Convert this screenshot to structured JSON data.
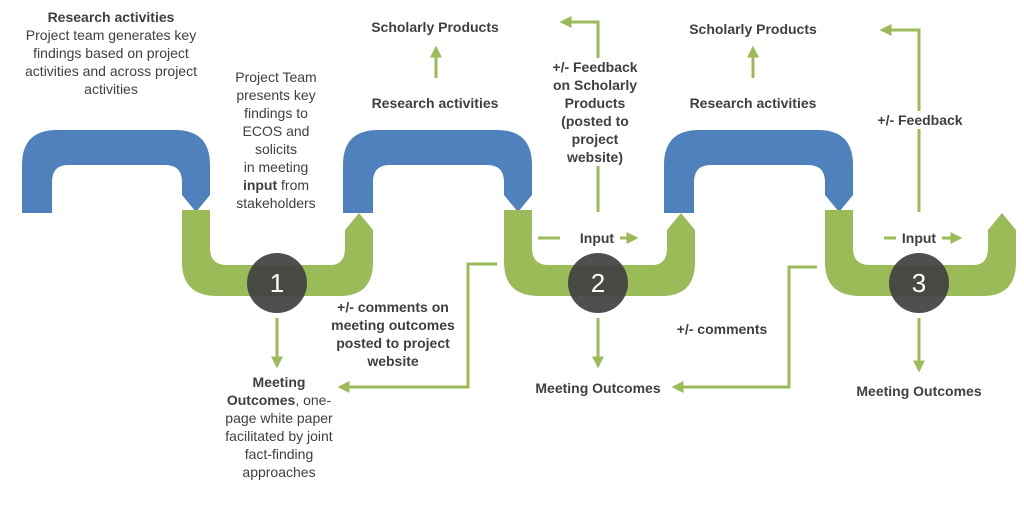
{
  "colors": {
    "blue_pipe": "#4f81bd",
    "green_pipe": "#9bbb59",
    "arrow": "#9bbb59",
    "circle": "#404040",
    "text": "#3f3f3f"
  },
  "research_intro": {
    "title": "Research activities",
    "lines": [
      "Project team generates key",
      "findings based on project",
      "activities and across project",
      "activities"
    ]
  },
  "project_team_note": {
    "lines": [
      "Project Team",
      "presents key",
      "findings to",
      "ECOS and",
      "solicits",
      "in meeting"
    ],
    "bold_word": "input",
    "after_bold": " from",
    "last_line": "stakeholders"
  },
  "scholarly_products_1": "Scholarly Products",
  "scholarly_products_2": "Scholarly Products",
  "research_activities_2": "Research activities",
  "research_activities_3": "Research activities",
  "feedback_scholarly": {
    "lines": [
      "+/- Feedback",
      "on Scholarly",
      "Products",
      "(posted to",
      "project",
      "website)"
    ]
  },
  "feedback_2": "+/- Feedback",
  "input_2": "Input",
  "input_3": "Input",
  "comments_on_outcomes": {
    "lines": [
      "+/- comments on",
      "meeting outcomes",
      "posted to project",
      "website"
    ]
  },
  "comments_2": "+/- comments",
  "meeting_outcomes_1": {
    "bold_lines": [
      "Meeting",
      "Outcomes"
    ],
    "after_bold": ", one-",
    "lines": [
      "page white paper",
      "facilitated by joint",
      "fact-finding",
      "approaches"
    ]
  },
  "meeting_outcomes_2": "Meeting Outcomes",
  "meeting_outcomes_3": "Meeting Outcomes",
  "steps": [
    "1",
    "2",
    "3"
  ]
}
